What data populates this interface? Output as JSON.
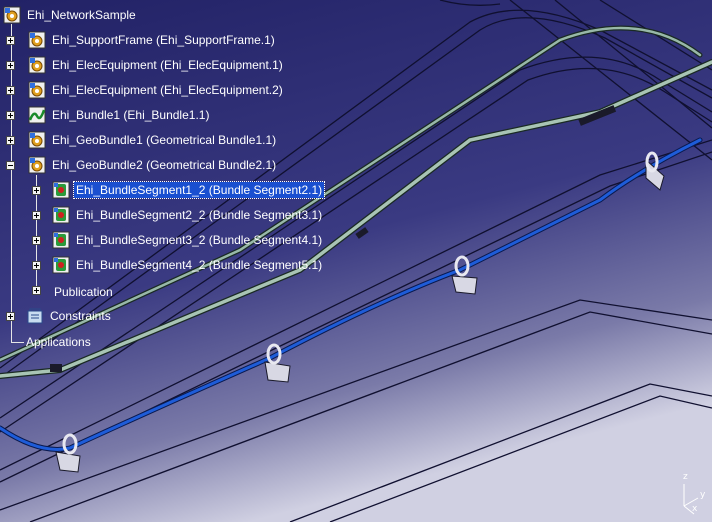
{
  "tree": {
    "root": {
      "label": "Ehi_NetworkSample",
      "icon": "product-icon"
    },
    "items": [
      {
        "label": "Ehi_SupportFrame (Ehi_SupportFrame.1)",
        "icon": "product-icon",
        "state": "collapsed"
      },
      {
        "label": "Ehi_ElecEquipment (Ehi_ElecEquipment.1)",
        "icon": "product-icon",
        "state": "collapsed"
      },
      {
        "label": "Ehi_ElecEquipment (Ehi_ElecEquipment.2)",
        "icon": "product-icon",
        "state": "collapsed"
      },
      {
        "label": "Ehi_Bundle1 (Ehi_Bundle1.1)",
        "icon": "bundle-icon",
        "state": "collapsed"
      },
      {
        "label": "Ehi_GeoBundle1 (Geometrical Bundle1.1)",
        "icon": "product-icon",
        "state": "collapsed"
      },
      {
        "label": "Ehi_GeoBundle2 (Geometrical Bundle2.1)",
        "icon": "product-icon",
        "state": "expanded"
      }
    ],
    "segments": [
      {
        "label": "Ehi_BundleSegment1_2 (Bundle Segment2.1)",
        "icon": "bundle-segment-icon",
        "selected": true
      },
      {
        "label": "Ehi_BundleSegment2_2 (Bundle Segment3.1)",
        "icon": "bundle-segment-icon",
        "selected": false
      },
      {
        "label": "Ehi_BundleSegment3_2 (Bundle Segment4.1)",
        "icon": "bundle-segment-icon",
        "selected": false
      },
      {
        "label": "Ehi_BundleSegment4_2 (Bundle Segment5.1)",
        "icon": "bundle-segment-icon",
        "selected": false
      }
    ],
    "publication": {
      "label": "Publication"
    },
    "constraints": {
      "label": "Constraints",
      "icon": "constraints-icon"
    },
    "applications": {
      "label": "Applications"
    }
  },
  "compass": {
    "z": "z",
    "y": "y",
    "x": "x"
  },
  "colors": {
    "background_top": "#2c2c6e",
    "background_bottom": "#c8c8dc",
    "cable_blue": "#1e5cd8",
    "cable_green": "#a8c4b4",
    "selection": "#1a4fd0",
    "tree_text": "#ffffff"
  }
}
